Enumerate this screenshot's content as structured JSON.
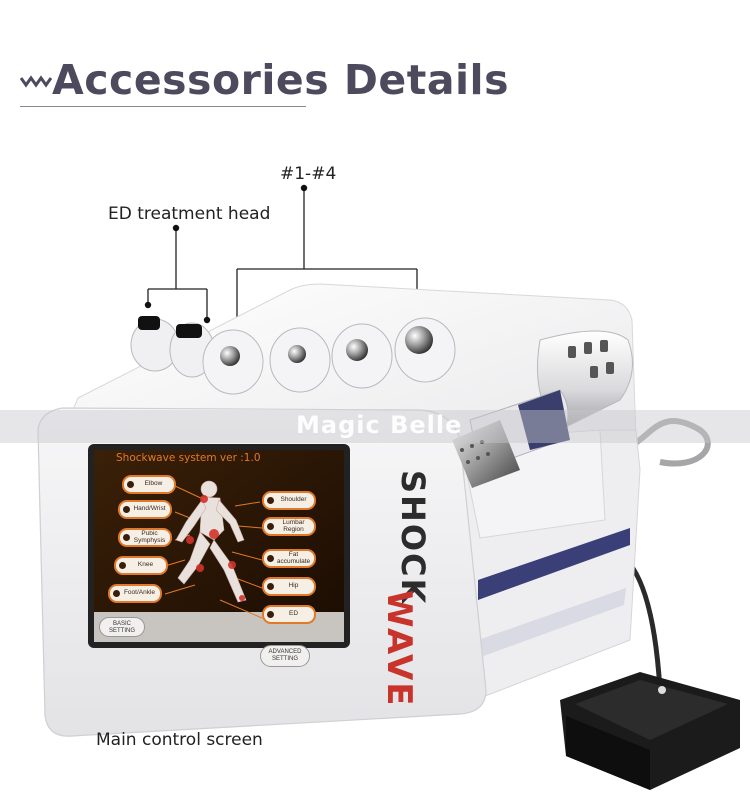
{
  "title": "Accessories Details",
  "callouts": {
    "range": "#1-#4",
    "ed_head": "ED treatment head",
    "main_screen": "Main control screen"
  },
  "watermark": "Magic Belle",
  "device": {
    "brand_top": "SHOCK",
    "brand_bottom": "WAVE",
    "screen": {
      "header": "Shockwave system ver :1.0",
      "left_items": [
        "Elbow",
        "Hand/Wrist",
        "Pubic Symphysis",
        "Knee",
        "Foot/Ankle"
      ],
      "right_items": [
        "Shoulder",
        "Lumbar Region",
        "Fat accumulate",
        "Hip",
        "ED"
      ],
      "basic_button": "BASIC SETTING",
      "advanced_button": "ADVANCED SETTING"
    }
  },
  "colors": {
    "title": "#4e4a5e",
    "brand_red": "#c8332b",
    "screen_bg": "#2a1606",
    "screen_header": "#e07a2a"
  }
}
